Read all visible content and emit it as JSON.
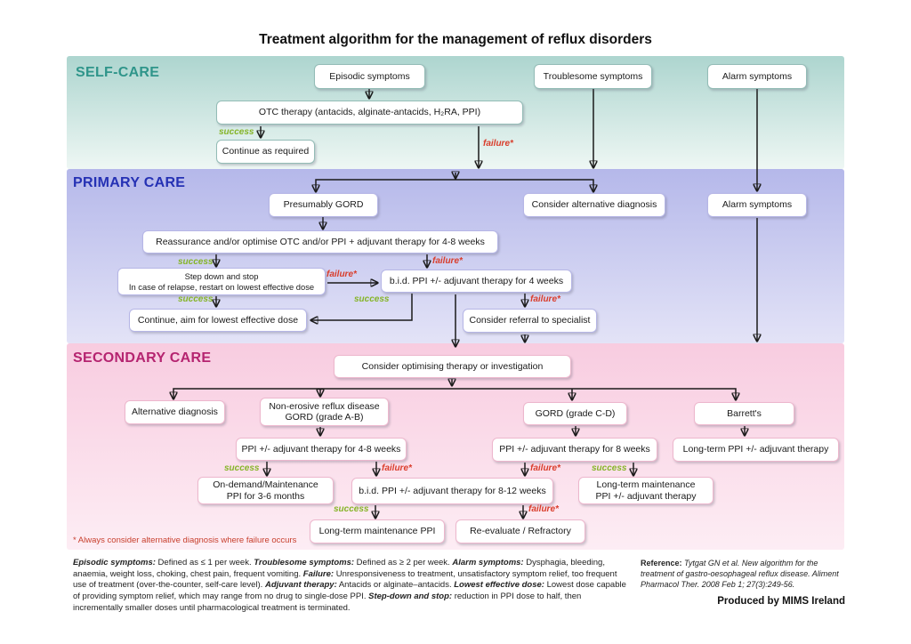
{
  "page_title": "Treatment algorithm for the management of reflux disorders",
  "sections": {
    "self_care": "SELF-CARE",
    "primary_care": "PRIMARY CARE",
    "secondary_care": "SECONDARY CARE"
  },
  "flow": {
    "success": "success",
    "failure": "failure*"
  },
  "boxes": {
    "episodic": "Episodic symptoms",
    "troublesome": "Troublesome symptoms",
    "alarm_self": "Alarm symptoms",
    "otc": "OTC therapy (antacids, alginate-antacids, H₂RA, PPI)",
    "continue_required": "Continue as required",
    "presumably_gord": "Presumably GORD",
    "consider_alternative": "Consider alternative diagnosis",
    "alarm_primary": "Alarm symptoms",
    "reassurance": "Reassurance and/or optimise OTC and/or PPI + adjuvant therapy for 4-8 weeks",
    "step_down": "Step down and stop\nIn case of relapse, restart on lowest effective dose",
    "bid_4w": "b.i.d. PPI +/- adjuvant therapy for 4 weeks",
    "continue_lowest": "Continue, aim for lowest effective dose",
    "referral": "Consider referral to specialist",
    "optimising": "Consider optimising therapy or investigation",
    "alternative_diagnosis": "Alternative diagnosis",
    "nerd": "Non-erosive reflux disease\nGORD (grade A-B)",
    "gord_cd": "GORD (grade C-D)",
    "barretts": "Barrett's",
    "ppi_48w": "PPI +/- adjuvant therapy for 4-8 weeks",
    "ppi_8w": "PPI +/- adjuvant therapy for 8 weeks",
    "longterm_ppi_adjuvant": "Long-term PPI +/- adjuvant therapy",
    "on_demand": "On-demand/Maintenance\nPPI for 3-6 months",
    "bid_812w": "b.i.d. PPI +/- adjuvant therapy for 8-12 weeks",
    "longterm_maintenance_adjuvant": "Long-term maintenance\nPPI +/- adjuvant therapy",
    "longterm_maintenance": "Long-term maintenance PPI",
    "reevaluate": "Re-evaluate / Refractory"
  },
  "footnote": "* Always consider alternative diagnosis where failure occurs",
  "definitions": [
    {
      "term": "Episodic symptoms:",
      "text": " Defined as ≤ 1 per week. "
    },
    {
      "term": "Troublesome symptoms:",
      "text": " Defined as ≥ 2 per week. "
    },
    {
      "term": "Alarm symptoms:",
      "text": " Dysphagia, bleeding, anaemia, weight loss, choking, chest pain, frequent vomiting. "
    },
    {
      "term": "Failure:",
      "text": " Unresponsiveness to treatment, unsatisfactory symptom relief, too frequent use of treatment (over-the-counter, self-care level). "
    },
    {
      "term": "Adjuvant therapy:",
      "text": " Antacids or alginate–antacids. "
    },
    {
      "term": "Lowest effective dose:",
      "text": " Lowest dose capable of providing symptom relief, which may range from no drug to single-dose PPI. "
    },
    {
      "term": "Step-down and stop:",
      "text": " reduction in PPI dose to half, then incrementally smaller doses until pharmacological treatment is terminated."
    }
  ],
  "reference": {
    "label": "Reference:",
    "text": " Tytgat GN et al. New algorithm for the treatment of gastro-oesophageal reflux disease. Aliment Pharmacol Ther. 2008 Feb 1; 27(3):249-56."
  },
  "producer": "Produced by MIMS Ireland",
  "colors": {
    "self_care_header": "#2f958a",
    "primary_care_header": "#2531b4",
    "secondary_care_header": "#b52470",
    "success": "#85b427",
    "failure": "#d93c2a",
    "arrow": "#1a1a1a"
  }
}
